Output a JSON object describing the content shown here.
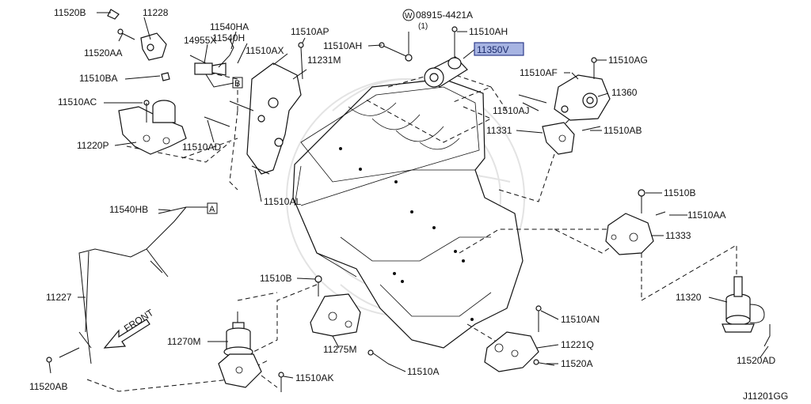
{
  "callouts": {
    "c11520B": "11520B",
    "c11228": "11228",
    "c11520AA": "11520AA",
    "c14955X": "14955X",
    "c11540HA": "11540HA",
    "c11540H": "11540H",
    "c11510AP": "11510AP",
    "c11510AX": "11510AX",
    "c11231M": "11231M",
    "c11510BA": "11510BA",
    "c11510AC": "11510AC",
    "c11220P": "11220P",
    "c11510AD": "11510AD",
    "c11510AL": "11510AL",
    "c08915": "08915-4421A",
    "c08915qty": "(1)",
    "c08915prefix": "W",
    "c11510AH_a": "11510AH",
    "c11510AH_b": "11510AH",
    "c11350V": "11350V",
    "c11510AF": "11510AF",
    "c11510AG": "11510AG",
    "c11360": "11360",
    "c11510AJ": "11510AJ",
    "c11331": "11331",
    "c11510AB": "11510AB",
    "c11510B_r": "11510B",
    "c11510AA": "11510AA",
    "c11333": "11333",
    "c11540HB": "11540HB",
    "refA": "A",
    "refB": "B",
    "c11227": "11227",
    "c11520AB": "11520AB",
    "front": "FRONT",
    "c11510B_c": "11510B",
    "c11270M": "11270M",
    "c11275M": "11275M",
    "c11510AK": "11510AK",
    "c11510A": "11510A",
    "c11510AN": "11510AN",
    "c11221Q": "11221Q",
    "c11520A": "11520A",
    "c11320": "11320",
    "c11520AD": "11520AD",
    "figure_id": "J11201GG"
  },
  "colors": {
    "highlight_fill": "#a7b4e2",
    "highlight_stroke": "#2f3d8c",
    "line": "#111111",
    "watermark": "#e3e3e3"
  }
}
